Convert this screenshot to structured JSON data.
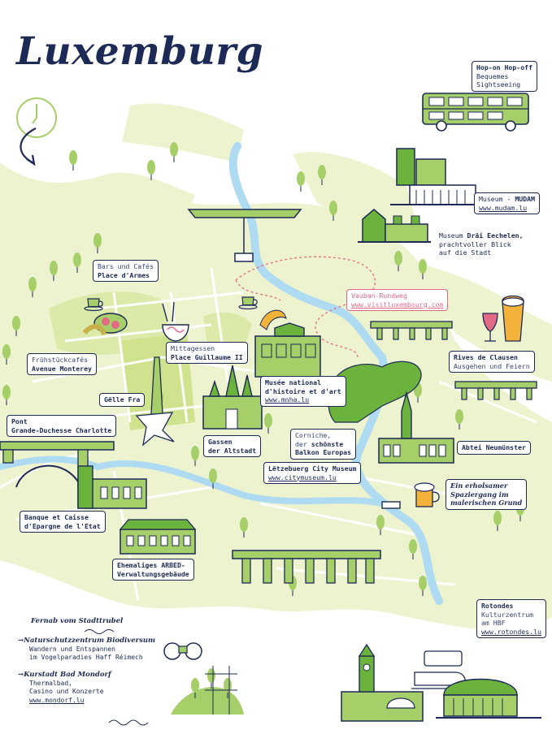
{
  "map_title": "Luxemburg",
  "colors": {
    "navy": "#1c2a55",
    "green": "#6cb33e",
    "green_light": "#a6cf6a",
    "land": "#eef3cf",
    "river": "#aedbf1",
    "accent_pink": "#e26a86"
  },
  "labels": {
    "hop_on": {
      "title": "Hop-on Hop-off",
      "lines": [
        "Bequemes",
        "Sightseeing"
      ]
    },
    "mudam": {
      "prefix": "Museum - ",
      "name": "MUDAM",
      "url": "www.mudam.lu"
    },
    "drai": {
      "prefix": "Museum ",
      "name": "Dräi Eechelen,",
      "lines": [
        "prachtvoller Blick",
        "auf die Stadt"
      ]
    },
    "vauban": {
      "title": "Vauban-Rundweg",
      "url": "www.visitluxembourg.com"
    },
    "bars": {
      "line1": "Bars und Cafés",
      "name": "Place d'Armes"
    },
    "mittag": {
      "line1": "Mittagessen",
      "name": "Place Guillaume II"
    },
    "fruehstueck": {
      "line1": "Frühstückcafés",
      "name": "Avenue Monterey"
    },
    "rives": {
      "name": "Rives de Clausen",
      "line2": "Ausgehen und Feiern"
    },
    "mnha": {
      "lines": [
        "Musée national",
        "d'histoire et d'art"
      ],
      "url": "www.mnha.lu"
    },
    "gelle": {
      "name": "Gëlle Fra"
    },
    "pont": {
      "lines": [
        "Pont",
        "Grande-Duchesse Charlotte"
      ]
    },
    "gassen": {
      "lines": [
        "Gassen",
        "der Altstadt"
      ]
    },
    "corniche": {
      "line1": "Corniche,",
      "line2_pre": "der ",
      "line2_bold": "schönste",
      "line3": "Balkon Europas"
    },
    "abtei": {
      "name": "Abtei Neumünster"
    },
    "city_museum": {
      "name": "Lëtzebuerg City Museum",
      "url": "www.citymuseum.lu"
    },
    "spaziergang": {
      "lines": [
        "Ein erholsamer",
        "Spaziergang im",
        "malerischen Grund"
      ]
    },
    "banque": {
      "lines": [
        "Banque et Caisse",
        "d'Epargne de l'Etat"
      ]
    },
    "arbed": {
      "lines": [
        "Ehemaliges ARBED-",
        "Verwaltungsgebäude"
      ]
    },
    "rotondes": {
      "name": "Rotondes",
      "lines": [
        "Kulturzentrum",
        "am HBF"
      ],
      "url": "www.rotondes.lu"
    }
  },
  "far_away": {
    "title": "Fernab vom Stadttrubel",
    "items": [
      {
        "arrow": "→",
        "heading": "Naturschutzzentrum Biodiversum",
        "lines": [
          "Wandern und Entspannen",
          "im Vogelparadies Haff Réimech"
        ],
        "url": ""
      },
      {
        "arrow": "→",
        "heading": "Kurstadt Bad Mondorf",
        "lines": [
          "Thermalbad,",
          "Casino und Konzerte"
        ],
        "url": "www.mondorf.lu"
      }
    ]
  },
  "icons": [
    "clock-icon",
    "curved-arrow-icon",
    "bus-icon",
    "tree-icon",
    "bridge-icon",
    "museum-icon",
    "fortress-icon",
    "church-icon",
    "coffee-cup-icon",
    "croissant-icon",
    "wine-glass-icon",
    "beer-glass-icon",
    "beer-mug-icon",
    "obelisk-icon",
    "binoculars-icon",
    "train-icon",
    "station-icon",
    "rotunda-icon"
  ]
}
